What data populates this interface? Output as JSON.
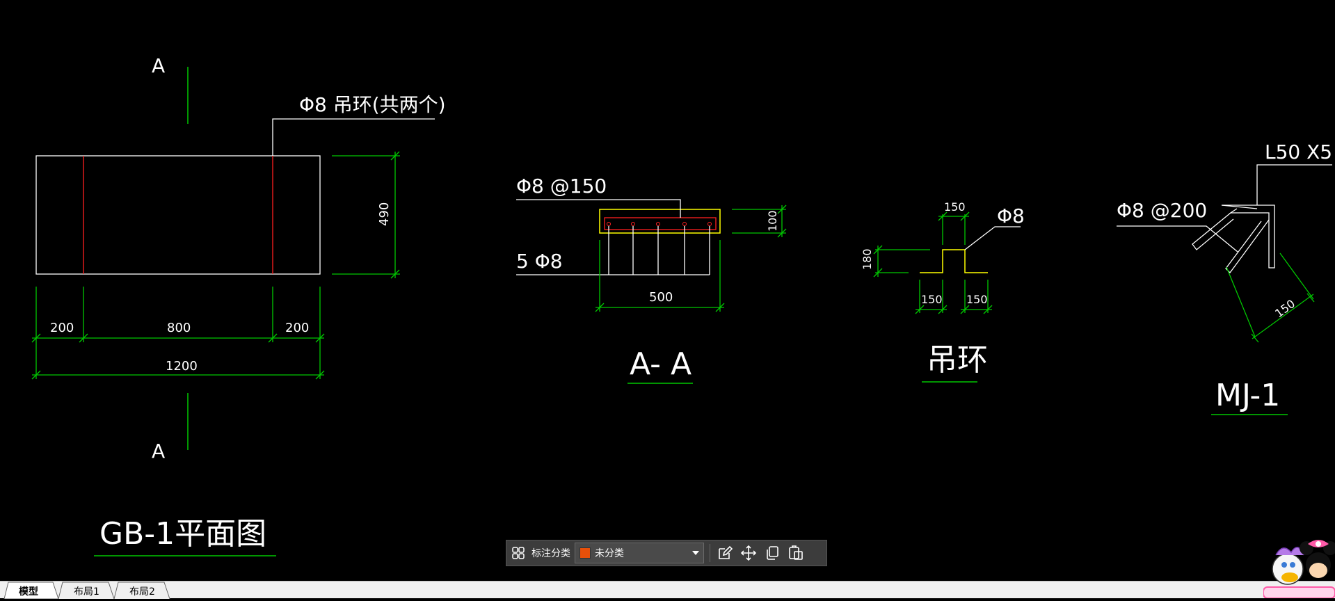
{
  "drawing": {
    "plan_view": {
      "title": "GB-1平面图",
      "section_mark_top": "A",
      "section_mark_bottom": "A",
      "leader_note": "Φ8 吊环(共两个)",
      "dim_height": "490",
      "dim_segments": [
        "200",
        "800",
        "200"
      ],
      "dim_total": "1200"
    },
    "section_view": {
      "title": "A- A",
      "leader_top": "Φ8 @150",
      "leader_bottom": "5 Φ8",
      "dim_thickness": "100",
      "dim_width": "500"
    },
    "hook_detail": {
      "title": "吊环",
      "dim_top": "150",
      "label_bar": "Φ8",
      "dim_height": "180",
      "dim_left": "150",
      "dim_right": "150"
    },
    "embed_detail": {
      "title": "MJ-1",
      "label_angle": "L50 X5",
      "label_bar": "Φ8 @200",
      "dim_len": "150"
    }
  },
  "toolbar": {
    "category_label": "标注分类",
    "category_value": "未分类",
    "category_color": "#e8500a",
    "icons": [
      "grid-icon",
      "edit-annotation-icon",
      "move-icon",
      "copy-icon",
      "paste-icon"
    ]
  },
  "tabs": [
    {
      "label": "模型",
      "active": true
    },
    {
      "label": "布局1",
      "active": false
    },
    {
      "label": "布局2",
      "active": false
    }
  ],
  "colors": {
    "background": "#000000",
    "line": "#ffffff",
    "dimension": "#00c800",
    "rebar": "#ff2020",
    "highlight": "#ffff00"
  }
}
